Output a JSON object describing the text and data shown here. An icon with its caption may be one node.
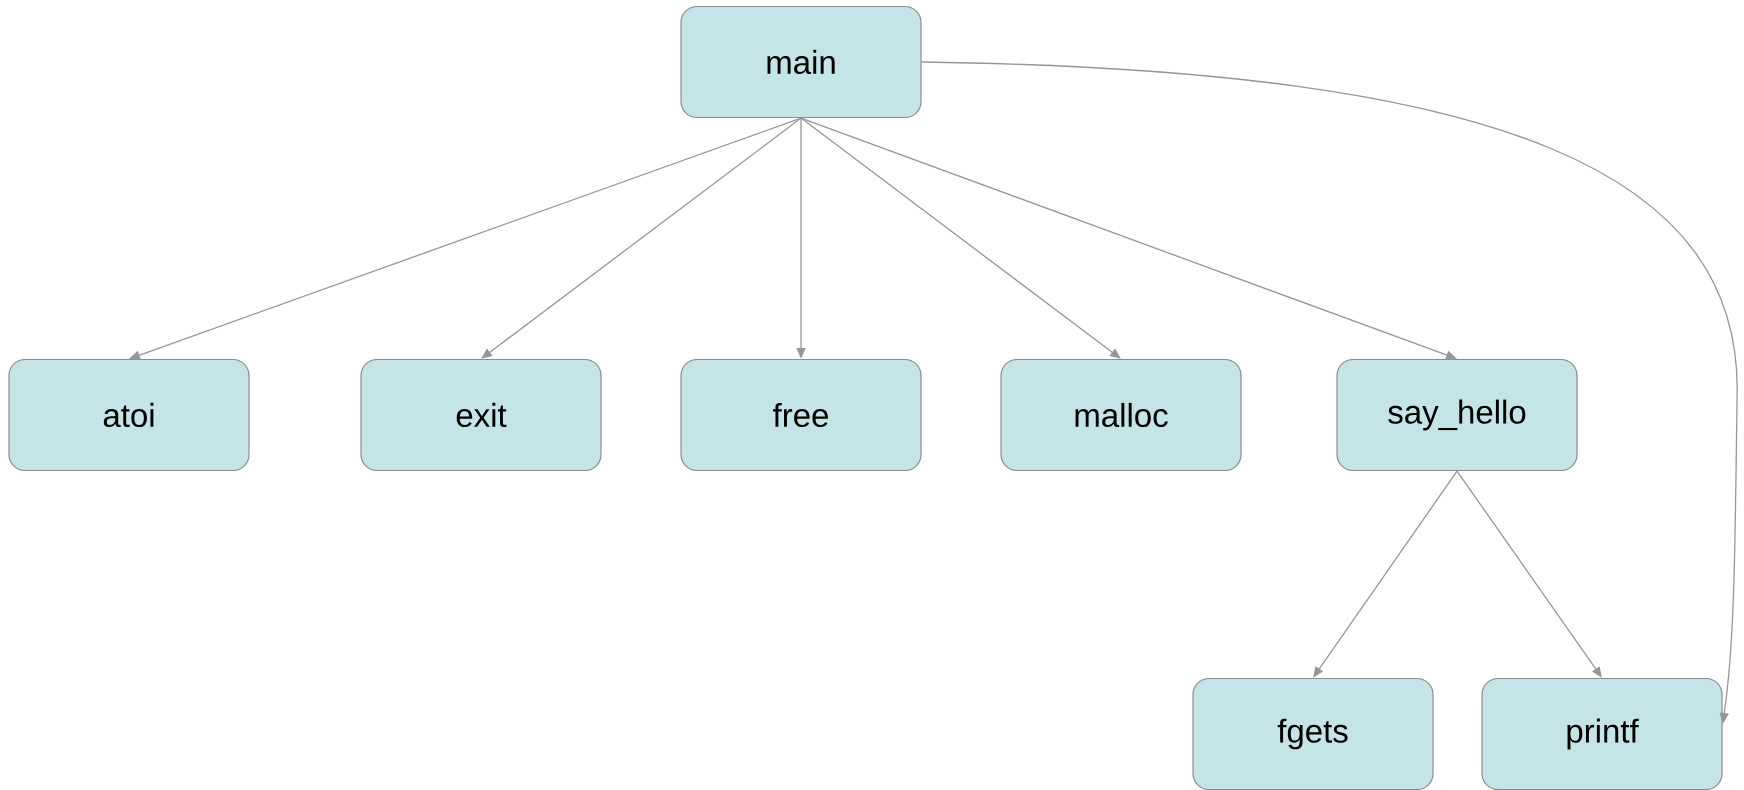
{
  "diagram": {
    "nodes": [
      {
        "text": [
          "main"
        ]
      },
      {
        "text": [
          "atoi"
        ]
      },
      {
        "text": [
          "exit"
        ]
      },
      {
        "text": [
          "free"
        ]
      },
      {
        "text": [
          "malloc"
        ]
      },
      {
        "text": [
          "say_hello"
        ]
      },
      {
        "text": [
          "fgets"
        ]
      },
      {
        "text": [
          "printf"
        ]
      }
    ],
    "edges": [
      {
        "from": 0,
        "to": 1,
        "arrow": "to"
      },
      {
        "from": 0,
        "to": 2,
        "arrow": "to"
      },
      {
        "from": 0,
        "to": 3,
        "arrow": "to"
      },
      {
        "from": 0,
        "to": 4,
        "arrow": "to"
      },
      {
        "from": 0,
        "to": 5,
        "arrow": "to"
      },
      {
        "from": 5,
        "to": 6,
        "arrow": "to"
      },
      {
        "from": 5,
        "to": 7,
        "arrow": "to"
      },
      {
        "from": 0,
        "to": 7,
        "arrow": "to"
      }
    ]
  }
}
